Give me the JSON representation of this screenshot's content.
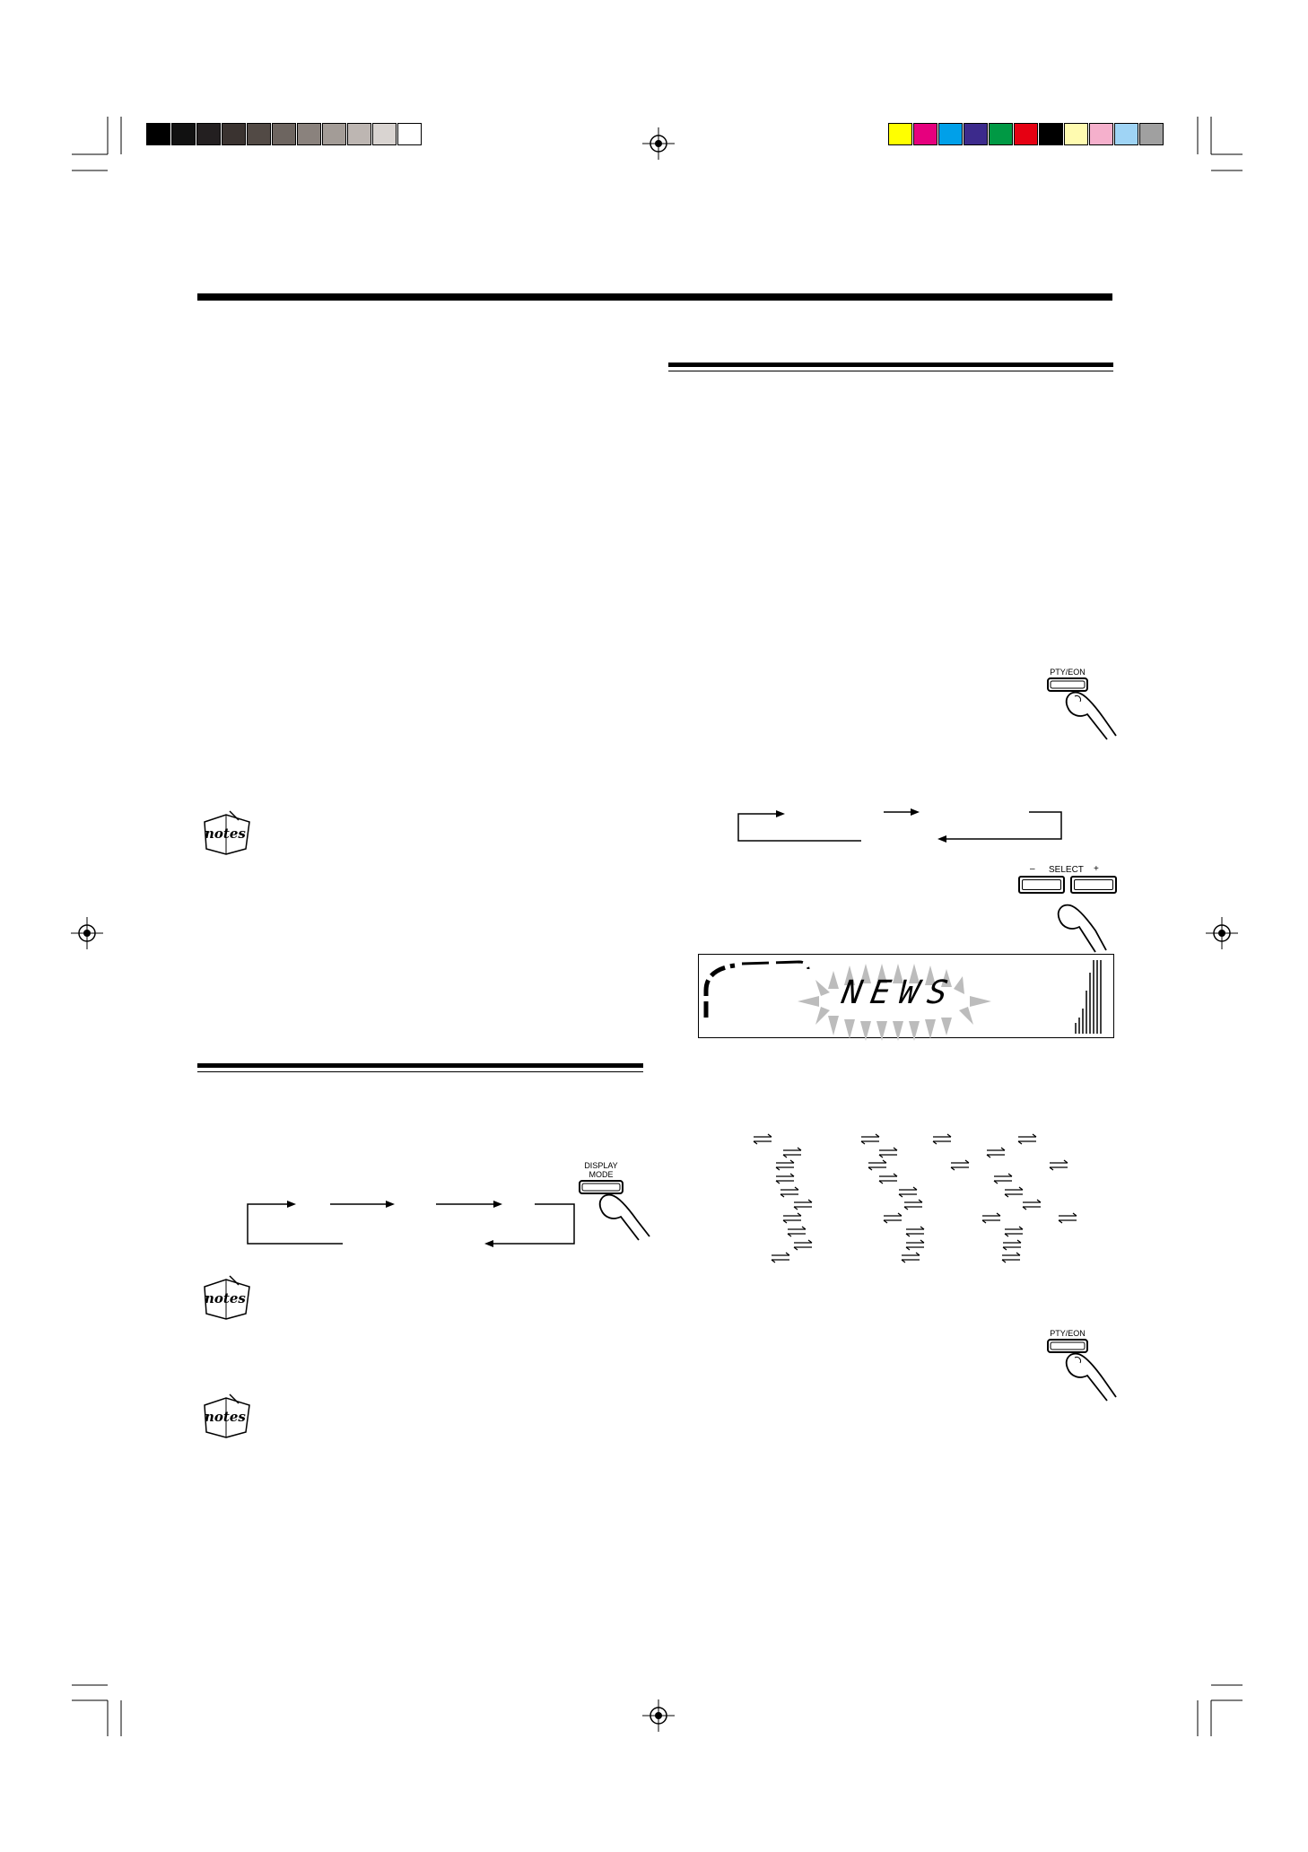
{
  "print_marks": {
    "gray_bar": [
      "#000000",
      "#111111",
      "#231f20",
      "#3a3330",
      "#524a45",
      "#6d6560",
      "#8a827d",
      "#a39c97",
      "#bdb6b2",
      "#d9d4d1",
      "#ffffff"
    ],
    "color_bar": [
      "#ffff00",
      "#e6007e",
      "#00a0e9",
      "#3c2a8c",
      "#009944",
      "#e60012",
      "#000000",
      "#fffbb0",
      "#f5b0cc",
      "#9fd4f5",
      "#a0a0a0"
    ]
  },
  "buttons": {
    "pty_eon_top": "PTY/EON",
    "pty_eon_bottom": "PTY/EON",
    "display_mode_line1": "DISPLAY",
    "display_mode_line2": "MODE",
    "select_minus": "–",
    "select_label": "SELECT",
    "select_plus": "+"
  },
  "display": {
    "text": "NEWS"
  },
  "notes_icons": {
    "label": "notes"
  },
  "icons": {
    "registration": "crosshair-registration-mark",
    "finger": "finger-press-icon",
    "notes": "notes-book-icon"
  }
}
